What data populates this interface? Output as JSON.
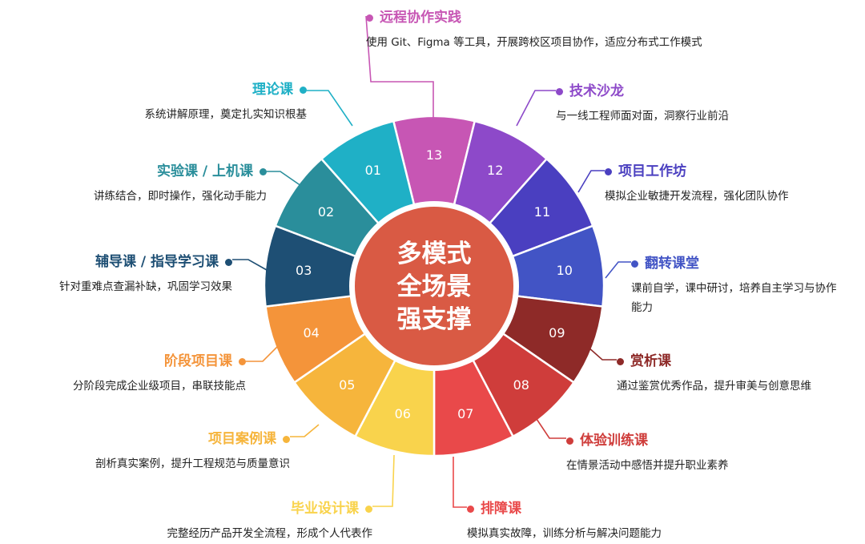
{
  "center_text": [
    "多模式",
    "全场景",
    "强支撑"
  ],
  "segments": [
    {
      "num": "01",
      "color": "#1fb0c6",
      "title": "理论课",
      "desc": "系统讲解原理，奠定扎实知识根基"
    },
    {
      "num": "02",
      "color": "#2a8e9b",
      "title": "实验课 / 上机课",
      "desc": "讲练结合，即时操作，强化动手能力"
    },
    {
      "num": "03",
      "color": "#1e4f74",
      "title": "辅导课 / 指导学习课",
      "desc": "针对重难点查漏补缺，巩固学习效果"
    },
    {
      "num": "04",
      "color": "#f4943a",
      "title": "阶段项目课",
      "desc": "分阶段完成企业级项目，串联技能点"
    },
    {
      "num": "05",
      "color": "#f6b53c",
      "title": "项目案例课",
      "desc": "剖析真实案例，提升工程规范与质量意识"
    },
    {
      "num": "06",
      "color": "#f9d34c",
      "title": "毕业设计课",
      "desc": "完整经历产品开发全流程，形成个人代表作"
    },
    {
      "num": "07",
      "color": "#e9494a",
      "title": "排障课",
      "desc": "模拟真实故障，训练分析与解决问题能力"
    },
    {
      "num": "08",
      "color": "#cf3d3b",
      "title": "体验训练课",
      "desc": "在情景活动中感悟并提升职业素养"
    },
    {
      "num": "09",
      "color": "#8e2a28",
      "title": "赏析课",
      "desc": "通过鉴赏优秀作品，提升审美与创意思维"
    },
    {
      "num": "10",
      "color": "#4254c5",
      "title": "翻转课堂",
      "desc": "课前自学，课中研讨，培养自主学习与协作能力"
    },
    {
      "num": "11",
      "color": "#4a3fc0",
      "title": "项目工作坊",
      "desc": "模拟企业敏捷开发流程，强化团队协作"
    },
    {
      "num": "12",
      "color": "#8d49c9",
      "title": "技术沙龙",
      "desc": "与一线工程师面对面，洞察行业前沿"
    },
    {
      "num": "13",
      "color": "#c756b4",
      "title": "远程协作实践",
      "desc": "使用 Git、Figma 等工具，开展跨校区项目协作，适应分布式工作模式"
    }
  ],
  "colors": {
    "hub": "#d95a44",
    "hub_ring": "#ffffff"
  }
}
